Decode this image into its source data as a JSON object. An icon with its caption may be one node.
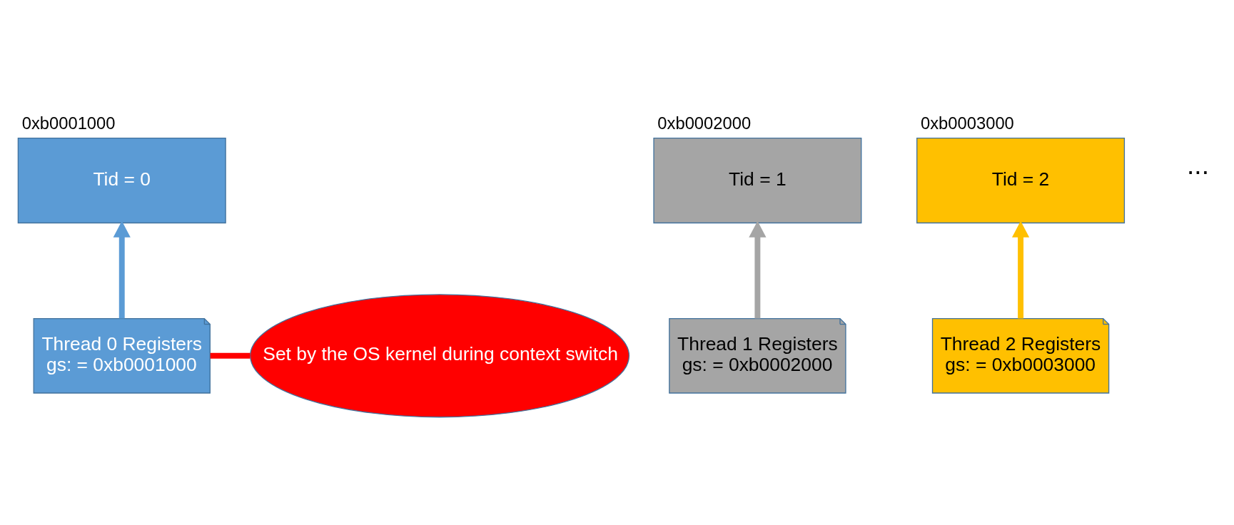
{
  "diagram": {
    "nodes": [
      {
        "text": [
          "Tid = 0"
        ],
        "beside": [
          "0xb0001000"
        ]
      },
      {
        "text": [
          "Tid = 1"
        ],
        "beside": [
          "0xb0002000"
        ]
      },
      {
        "text": [
          "Tid = 2"
        ],
        "beside": [
          "0xb0003000"
        ]
      },
      {
        "text": [
          "Thread 0 Registers",
          "gs: = 0xb0001000"
        ]
      },
      {
        "text": [
          "Thread 1 Registers",
          "gs: = 0xb0002000"
        ]
      },
      {
        "text": [
          "Thread 2 Registers",
          "gs: = 0xb0003000"
        ]
      },
      {
        "text": [
          "Set by the OS kernel during context switch"
        ]
      }
    ],
    "edges": [
      {
        "from": 3,
        "to": 0,
        "arrow": "to",
        "color": "#5b9bd5"
      },
      {
        "from": 4,
        "to": 1,
        "arrow": "to",
        "color": "#a5a5a5"
      },
      {
        "from": 5,
        "to": 2,
        "arrow": "to",
        "color": "#ffc000"
      },
      {
        "from": 6,
        "to": 3,
        "arrow": "none",
        "color": "#ff0000"
      }
    ],
    "labels": [
      "..."
    ]
  }
}
